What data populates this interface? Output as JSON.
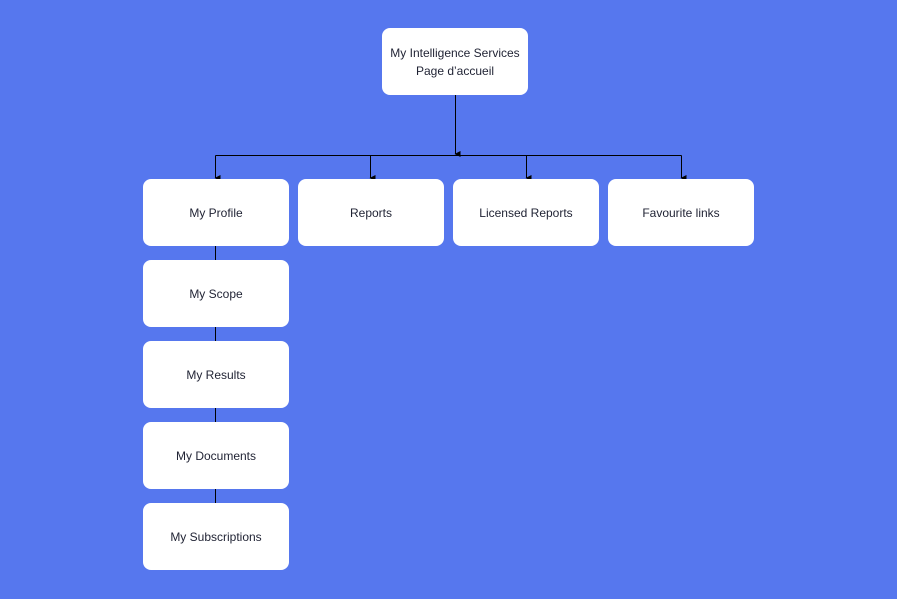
{
  "diagram": {
    "root": {
      "line1": "My Intelligence Services",
      "line2": "Page d’accueil"
    },
    "level1": [
      {
        "label": "My Profile"
      },
      {
        "label": "Reports"
      },
      {
        "label": "Licensed Reports"
      },
      {
        "label": "Favourite links"
      }
    ],
    "profile_children": [
      {
        "label": "My Scope"
      },
      {
        "label": "My Results"
      },
      {
        "label": "My Documents"
      },
      {
        "label": "My Subscriptions"
      }
    ]
  },
  "colors": {
    "background": "#5677ee",
    "node": "#ffffff",
    "connector": "#000000",
    "text": "#1f2233"
  }
}
